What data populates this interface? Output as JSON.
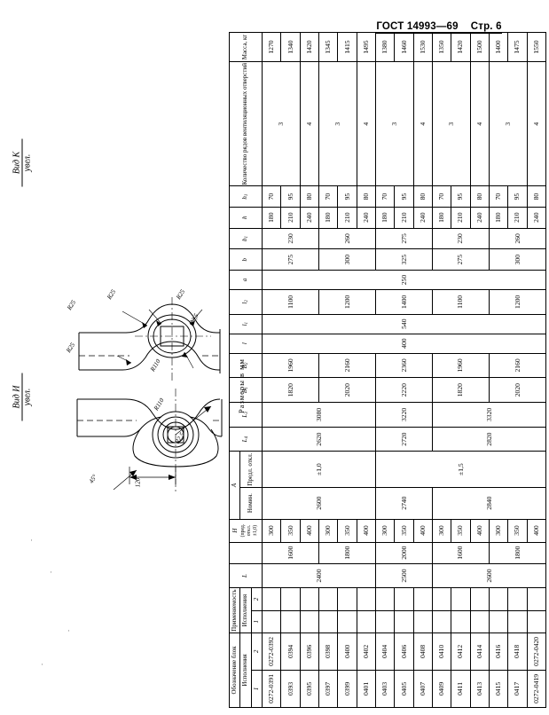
{
  "header": {
    "standard": "ГОСТ 14993—69",
    "page": "Стр. 6"
  },
  "drawings": {
    "view_k": {
      "label_line1": "Вид К",
      "label_line2": "увел.",
      "callouts": [
        "R25",
        "R25",
        "R25",
        "R25",
        "R2,5",
        "R110"
      ]
    },
    "view_i": {
      "label_line1": "Вид И",
      "label_line2": "увел.",
      "callouts": [
        "R110",
        "R2,5",
        "120",
        "45°"
      ]
    }
  },
  "table": {
    "side_note": "Размеры в   мм",
    "group_headers": {
      "designation": "Обозначение блок",
      "applicability": "Применяемость",
      "versions": "Исполнения",
      "version_1": "1",
      "version_2": "2",
      "dimensions": "Размеры   в   мм",
      "A": "A",
      "A_nominal": "Номин.",
      "A_deviation": "Предл. откл.",
      "holes": "Количество рядов вентиляционных отверстий",
      "mass": "Масса, кг"
    },
    "columns": [
      "L",
      "H",
      "A_nom",
      "A_dev",
      "L4",
      "L3",
      "B1",
      "B2",
      "l",
      "l1",
      "l2",
      "a",
      "b",
      "b1",
      "h",
      "h1",
      "holes",
      "mass"
    ],
    "column_labels": {
      "L": "L",
      "H": "H (пред. откл. ±1,0)",
      "L4": "L4",
      "L3": "L3",
      "B1": "B1",
      "B2": "B2",
      "l": "l",
      "l1": "l1",
      "l2": "l2",
      "a": "a",
      "b": "b",
      "b1": "b1",
      "h": "h",
      "h1": "h1"
    },
    "rows": [
      {
        "d1": "0272-0391",
        "d2": "0272-0392",
        "h": "300",
        "h1": "70",
        "hh": "180",
        "mass": "1270"
      },
      {
        "d1": "0393",
        "d2": "0394",
        "h": "350",
        "h1": "95",
        "hh": "210",
        "mass": "1340"
      },
      {
        "d1": "0395",
        "d2": "0396",
        "h": "400",
        "h1": "80",
        "hh": "240",
        "mass": "1420"
      },
      {
        "d1": "0397",
        "d2": "0398",
        "h": "300",
        "h1": "70",
        "hh": "180",
        "mass": "1345"
      },
      {
        "d1": "0399",
        "d2": "0400",
        "h": "350",
        "h1": "95",
        "hh": "210",
        "mass": "1415"
      },
      {
        "d1": "0401",
        "d2": "0402",
        "h": "400",
        "h1": "80",
        "hh": "240",
        "mass": "1495"
      },
      {
        "d1": "0403",
        "d2": "0404",
        "h": "300",
        "h1": "70",
        "hh": "180",
        "mass": "1380"
      },
      {
        "d1": "0405",
        "d2": "0406",
        "h": "350",
        "h1": "95",
        "hh": "210",
        "mass": "1460"
      },
      {
        "d1": "0407",
        "d2": "0408",
        "h": "400",
        "h1": "80",
        "hh": "240",
        "mass": "1530"
      },
      {
        "d1": "0409",
        "d2": "0410",
        "h": "300",
        "h1": "70",
        "hh": "180",
        "mass": "1350"
      },
      {
        "d1": "0411",
        "d2": "0412",
        "h": "350",
        "h1": "95",
        "hh": "210",
        "mass": "1420"
      },
      {
        "d1": "0413",
        "d2": "0414",
        "h": "400",
        "h1": "80",
        "hh": "240",
        "mass": "1500"
      },
      {
        "d1": "0415",
        "d2": "0416",
        "h": "300",
        "h1": "70",
        "hh": "180",
        "mass": "1400"
      },
      {
        "d1": "0417",
        "d2": "0418",
        "h": "350",
        "h1": "95",
        "hh": "210",
        "mass": "1475"
      },
      {
        "d1": "0272-0419",
        "d2": "0272-0420",
        "h": "400",
        "h1": "80",
        "hh": "240",
        "mass": "1550"
      }
    ],
    "spans": {
      "L": [
        {
          "value": "2400",
          "rows": 6
        },
        {
          "value": "2500",
          "rows": 3
        },
        {
          "value": "2600",
          "rows": 6
        }
      ],
      "L_sub": [
        {
          "value": "1600",
          "rows": 3
        },
        {
          "value": "1800",
          "rows": 3
        },
        {
          "value": "2000",
          "rows": 3
        },
        {
          "value": "1600",
          "rows": 3
        },
        {
          "value": "1800",
          "rows": 3
        }
      ],
      "A_nom": [
        {
          "value": "2600",
          "rows": 6
        },
        {
          "value": "2740",
          "rows": 3
        },
        {
          "value": "2840",
          "rows": 6
        }
      ],
      "A_dev": [
        {
          "value": "±1,0",
          "rows": 6
        },
        {
          "value": "±1,5",
          "rows": 9
        }
      ],
      "L4": [
        {
          "value": "2620",
          "rows": 6
        },
        {
          "value": "2720",
          "rows": 3
        },
        {
          "value": "2820",
          "rows": 6
        }
      ],
      "L3": [
        {
          "value": "3080",
          "rows": 6
        },
        {
          "value": "3220",
          "rows": 3
        },
        {
          "value": "3320",
          "rows": 6
        }
      ],
      "B1": [
        {
          "value": "1820",
          "rows": 3
        },
        {
          "value": "2020",
          "rows": 3
        },
        {
          "value": "2220",
          "rows": 3
        },
        {
          "value": "1820",
          "rows": 3
        },
        {
          "value": "2020",
          "rows": 3
        }
      ],
      "B2": [
        {
          "value": "1960",
          "rows": 3
        },
        {
          "value": "2160",
          "rows": 3
        },
        {
          "value": "2360",
          "rows": 3
        },
        {
          "value": "1960",
          "rows": 3
        },
        {
          "value": "2160",
          "rows": 3
        }
      ],
      "l": [
        {
          "value": "400",
          "rows": 15
        }
      ],
      "l1": [
        {
          "value": "540",
          "rows": 15
        }
      ],
      "l2": [
        {
          "value": "1100",
          "rows": 3
        },
        {
          "value": "1200",
          "rows": 3
        },
        {
          "value": "1400",
          "rows": 3
        },
        {
          "value": "1100",
          "rows": 3
        },
        {
          "value": "1200",
          "rows": 3
        }
      ],
      "a": [
        {
          "value": "250",
          "rows": 15
        }
      ],
      "b": [
        {
          "value": "275",
          "rows": 3
        },
        {
          "value": "300",
          "rows": 3
        },
        {
          "value": "325",
          "rows": 3
        },
        {
          "value": "275",
          "rows": 3
        },
        {
          "value": "300",
          "rows": 3
        }
      ],
      "b1": [
        {
          "value": "230",
          "rows": 3
        },
        {
          "value": "260",
          "rows": 3
        },
        {
          "value": "275",
          "rows": 3
        },
        {
          "value": "230",
          "rows": 3
        },
        {
          "value": "260",
          "rows": 3
        }
      ],
      "holes": [
        {
          "value": "3",
          "rows": 2
        },
        {
          "value": "4",
          "rows": 1
        },
        {
          "value": "3",
          "rows": 2
        },
        {
          "value": "4",
          "rows": 1
        },
        {
          "value": "3",
          "rows": 2
        },
        {
          "value": "4",
          "rows": 1
        },
        {
          "value": "3",
          "rows": 2
        },
        {
          "value": "4",
          "rows": 1
        },
        {
          "value": "3",
          "rows": 2
        },
        {
          "value": "4",
          "rows": 1
        }
      ]
    }
  }
}
